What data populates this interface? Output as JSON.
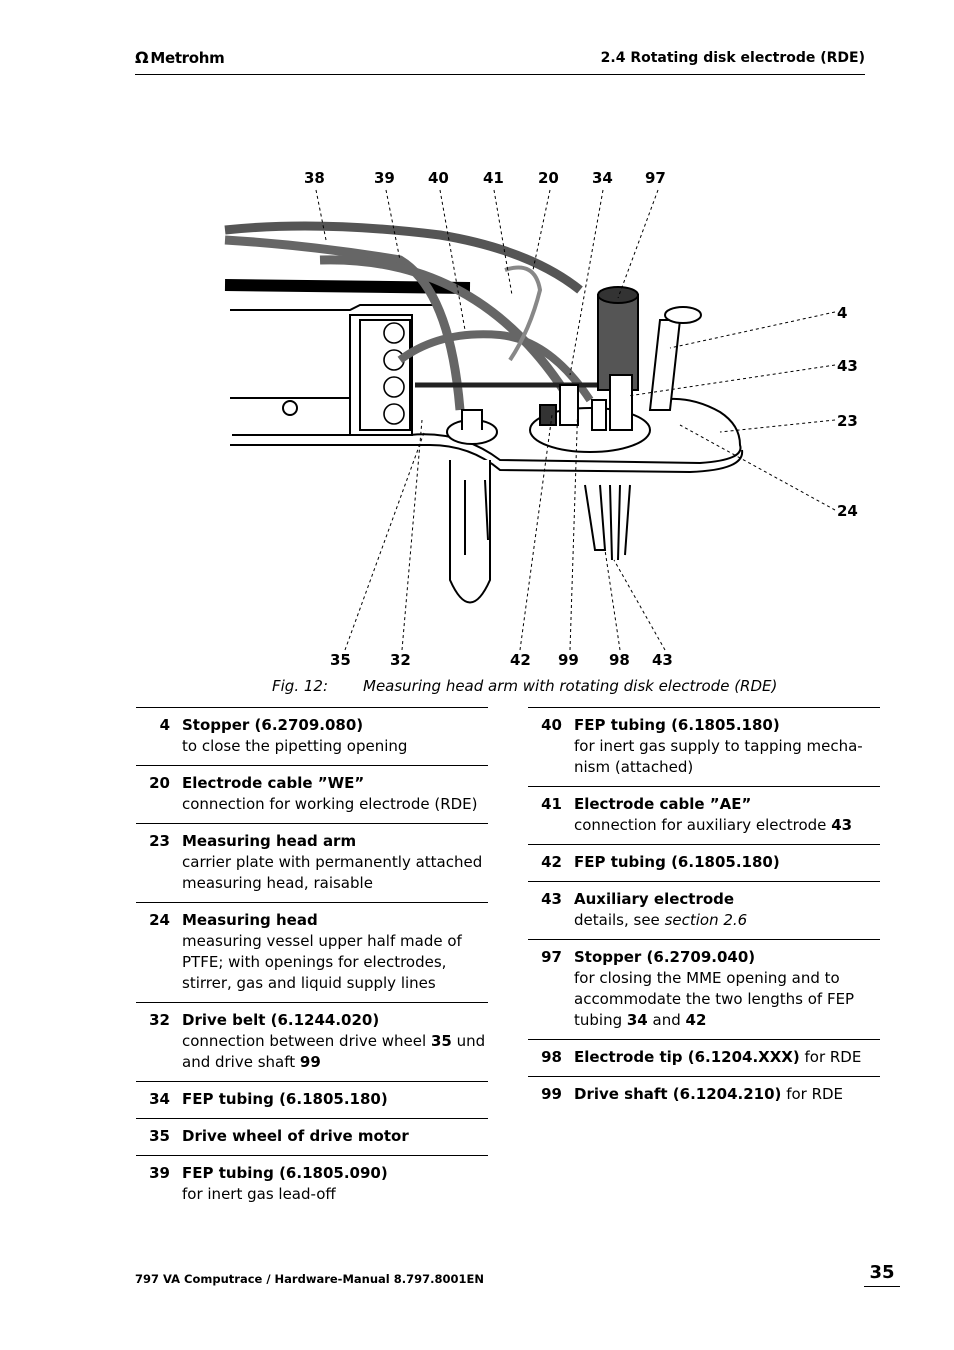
{
  "header": {
    "brand": "Metrohm",
    "brand_symbol": "Ω",
    "section": "2.4 Rotating disk electrode (RDE)"
  },
  "figure": {
    "top_labels": [
      "38",
      "39",
      "40",
      "41",
      "20",
      "34",
      "97"
    ],
    "right_labels": [
      "4",
      "43",
      "23",
      "24"
    ],
    "bottom_labels": [
      "35",
      "32",
      "42",
      "99",
      "98",
      "43"
    ]
  },
  "caption": {
    "number": "Fig. 12:",
    "text": "Measuring head arm with rotating disk electrode (RDE)"
  },
  "legend_left": [
    {
      "num": "4",
      "title": "Stopper (6.2709.080)",
      "desc": "to close the pipetting opening"
    },
    {
      "num": "20",
      "title": "Electrode cable ”WE”",
      "desc": "connection for working electrode (RDE)"
    },
    {
      "num": "23",
      "title": "Measuring head arm",
      "desc": "carrier plate with permanently attached measuring head, raisable"
    },
    {
      "num": "24",
      "title": "Measuring head",
      "desc": "measuring vessel upper half made of PTFE; with openings for electrodes, stirrer, gas and liquid supply lines"
    },
    {
      "num": "32",
      "title": "Drive belt (6.1244.020)",
      "desc_a": "connection between drive wheel ",
      "ref_a": "35",
      "desc_b": " und and drive shaft ",
      "ref_b": "99"
    },
    {
      "num": "34",
      "title": "FEP tubing (6.1805.180)"
    },
    {
      "num": "35",
      "title": "Drive wheel of drive motor"
    },
    {
      "num": "39",
      "title": "FEP tubing (6.1805.090)",
      "desc": "for inert gas lead-off"
    }
  ],
  "legend_right": [
    {
      "num": "40",
      "title": "FEP tubing (6.1805.180)",
      "desc": "for inert gas supply to tapping mecha-nism (attached)"
    },
    {
      "num": "41",
      "title": "Electrode cable ”AE”",
      "desc": "connection for auxiliary electrode ",
      "ref": "43"
    },
    {
      "num": "42",
      "title": "FEP tubing (6.1805.180)"
    },
    {
      "num": "43",
      "title": "Auxiliary electrode",
      "desc": "details, see ",
      "desc_em": "section 2.6"
    },
    {
      "num": "97",
      "title": "Stopper (6.2709.040)",
      "desc_a": "for closing the MME opening and to accommodate the two lengths of FEP tubing ",
      "ref_a": "34",
      "desc_b": " and ",
      "ref_b": "42"
    },
    {
      "num": "98",
      "title": "Electrode tip (6.1204.XXX)",
      "suffix": " for RDE"
    },
    {
      "num": "99",
      "title": "Drive shaft (6.1204.210)",
      "suffix": " for RDE"
    }
  ],
  "footer": {
    "text": "797 VA Computrace / Hardware-Manual  8.797.8001EN",
    "page": "35"
  }
}
